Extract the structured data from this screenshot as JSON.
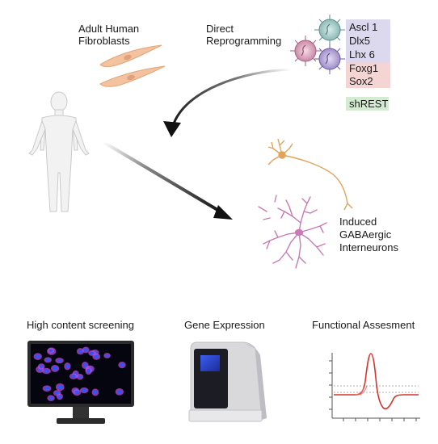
{
  "labels": {
    "fibroblasts_line1": "Adult Human",
    "fibroblasts_line2": "Fibroblasts",
    "reprogramming_line1": "Direct",
    "reprogramming_line2": "Reprogramming",
    "neurons_line1": "Induced",
    "neurons_line2": "GABAergic",
    "neurons_line3": "Interneurons"
  },
  "factors": [
    "Ascl 1",
    "Dlx5",
    "Lhx 6",
    "Foxg1",
    "Sox2"
  ],
  "shrna_label": "shREST",
  "assays": {
    "screening": "High content screening",
    "expression": "Gene Expression",
    "functional": "Functional Assesment"
  },
  "colors": {
    "factor_purple_bg": "#dcd9ef",
    "factor_pink_bg": "#f4d5d3",
    "shrna_bg": "#d3ecd1",
    "fibroblast": "#f2c39e",
    "neuron_pink": "#c97bb5",
    "neuron_orange": "#e0a45a",
    "trace_red": "#d9342b"
  }
}
